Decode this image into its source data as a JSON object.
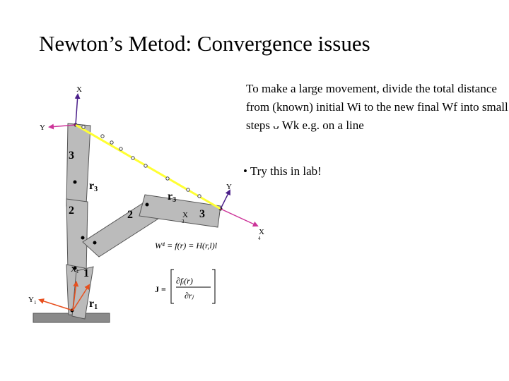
{
  "slide": {
    "title": "Newton’s Metod: Convergence issues",
    "description_before": "To make a large movement, divide the total distance from (known) initial Wi to the new final Wf into small steps ",
    "description_symbol": "ᴗ",
    "description_after": " Wk e.g. on a line",
    "bullet": "• Try this in lab!"
  },
  "diagram": {
    "frame_top": {
      "x_label": "X",
      "y_label": "Y"
    },
    "frame_base": {
      "x_label": "X",
      "sub": "1",
      "y_label": "Y",
      "y_sub": "1"
    },
    "frame_end": {
      "x_label": "X",
      "x_sub": "4",
      "y_label": "Y"
    },
    "joint_labels": [
      "1",
      "2",
      "2",
      "3",
      "3"
    ],
    "link_labels": [
      {
        "name": "r",
        "sub": "1"
      },
      {
        "name": "r",
        "sub": "3"
      },
      {
        "name": "r",
        "sub": "3"
      }
    ],
    "x3_label": "X",
    "x3_sub": "3",
    "equation_1": "W⁴ = f(r) = H(r,l)l",
    "equation_2_lhs": "J =",
    "equation_2_num": "∂fᵢ(r)",
    "equation_2_den": "∂rⱼ",
    "colors": {
      "path_line": "#ffff33",
      "arm": "#bbbbbb",
      "frame_x": "#cc3399",
      "frame_y": "#4b1f8a",
      "frame_base": "#e8501e"
    }
  }
}
